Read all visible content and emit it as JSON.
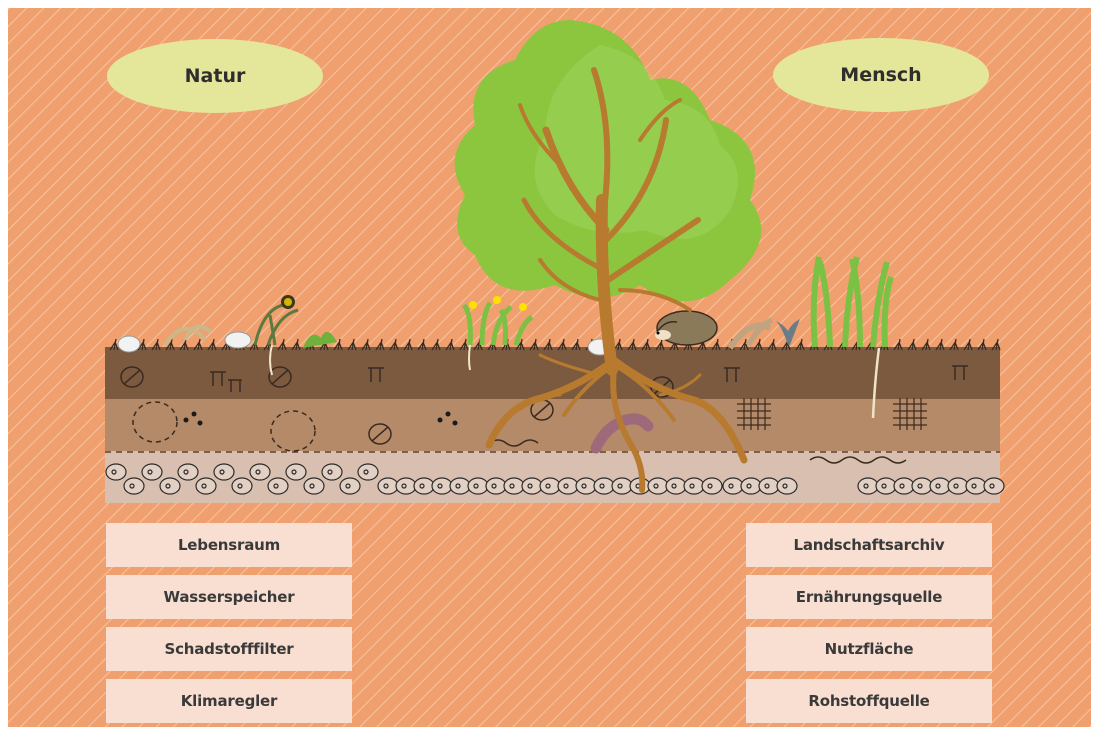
{
  "labels": {
    "left_title": "Natur",
    "right_title": "Mensch"
  },
  "natur_functions": [
    "Lebensraum",
    "Wasserspeicher",
    "Schadstofffilter",
    "Klimaregler"
  ],
  "mensch_functions": [
    "Landschaftsarchiv",
    "Ernährungsquelle",
    "Nutzfläche",
    "Rohstoffquelle"
  ],
  "colors": {
    "background": "#f0a06e",
    "stripes": "#f7c3a2",
    "oval": "#e4e79a",
    "box": "#f8dfd2",
    "topsoil": "#7b5a40",
    "subsoil": "#b48a68",
    "bedrock": "#d9bfb0",
    "tree_crown": "#8cc63f",
    "tree_trunk": "#b87a2e"
  }
}
